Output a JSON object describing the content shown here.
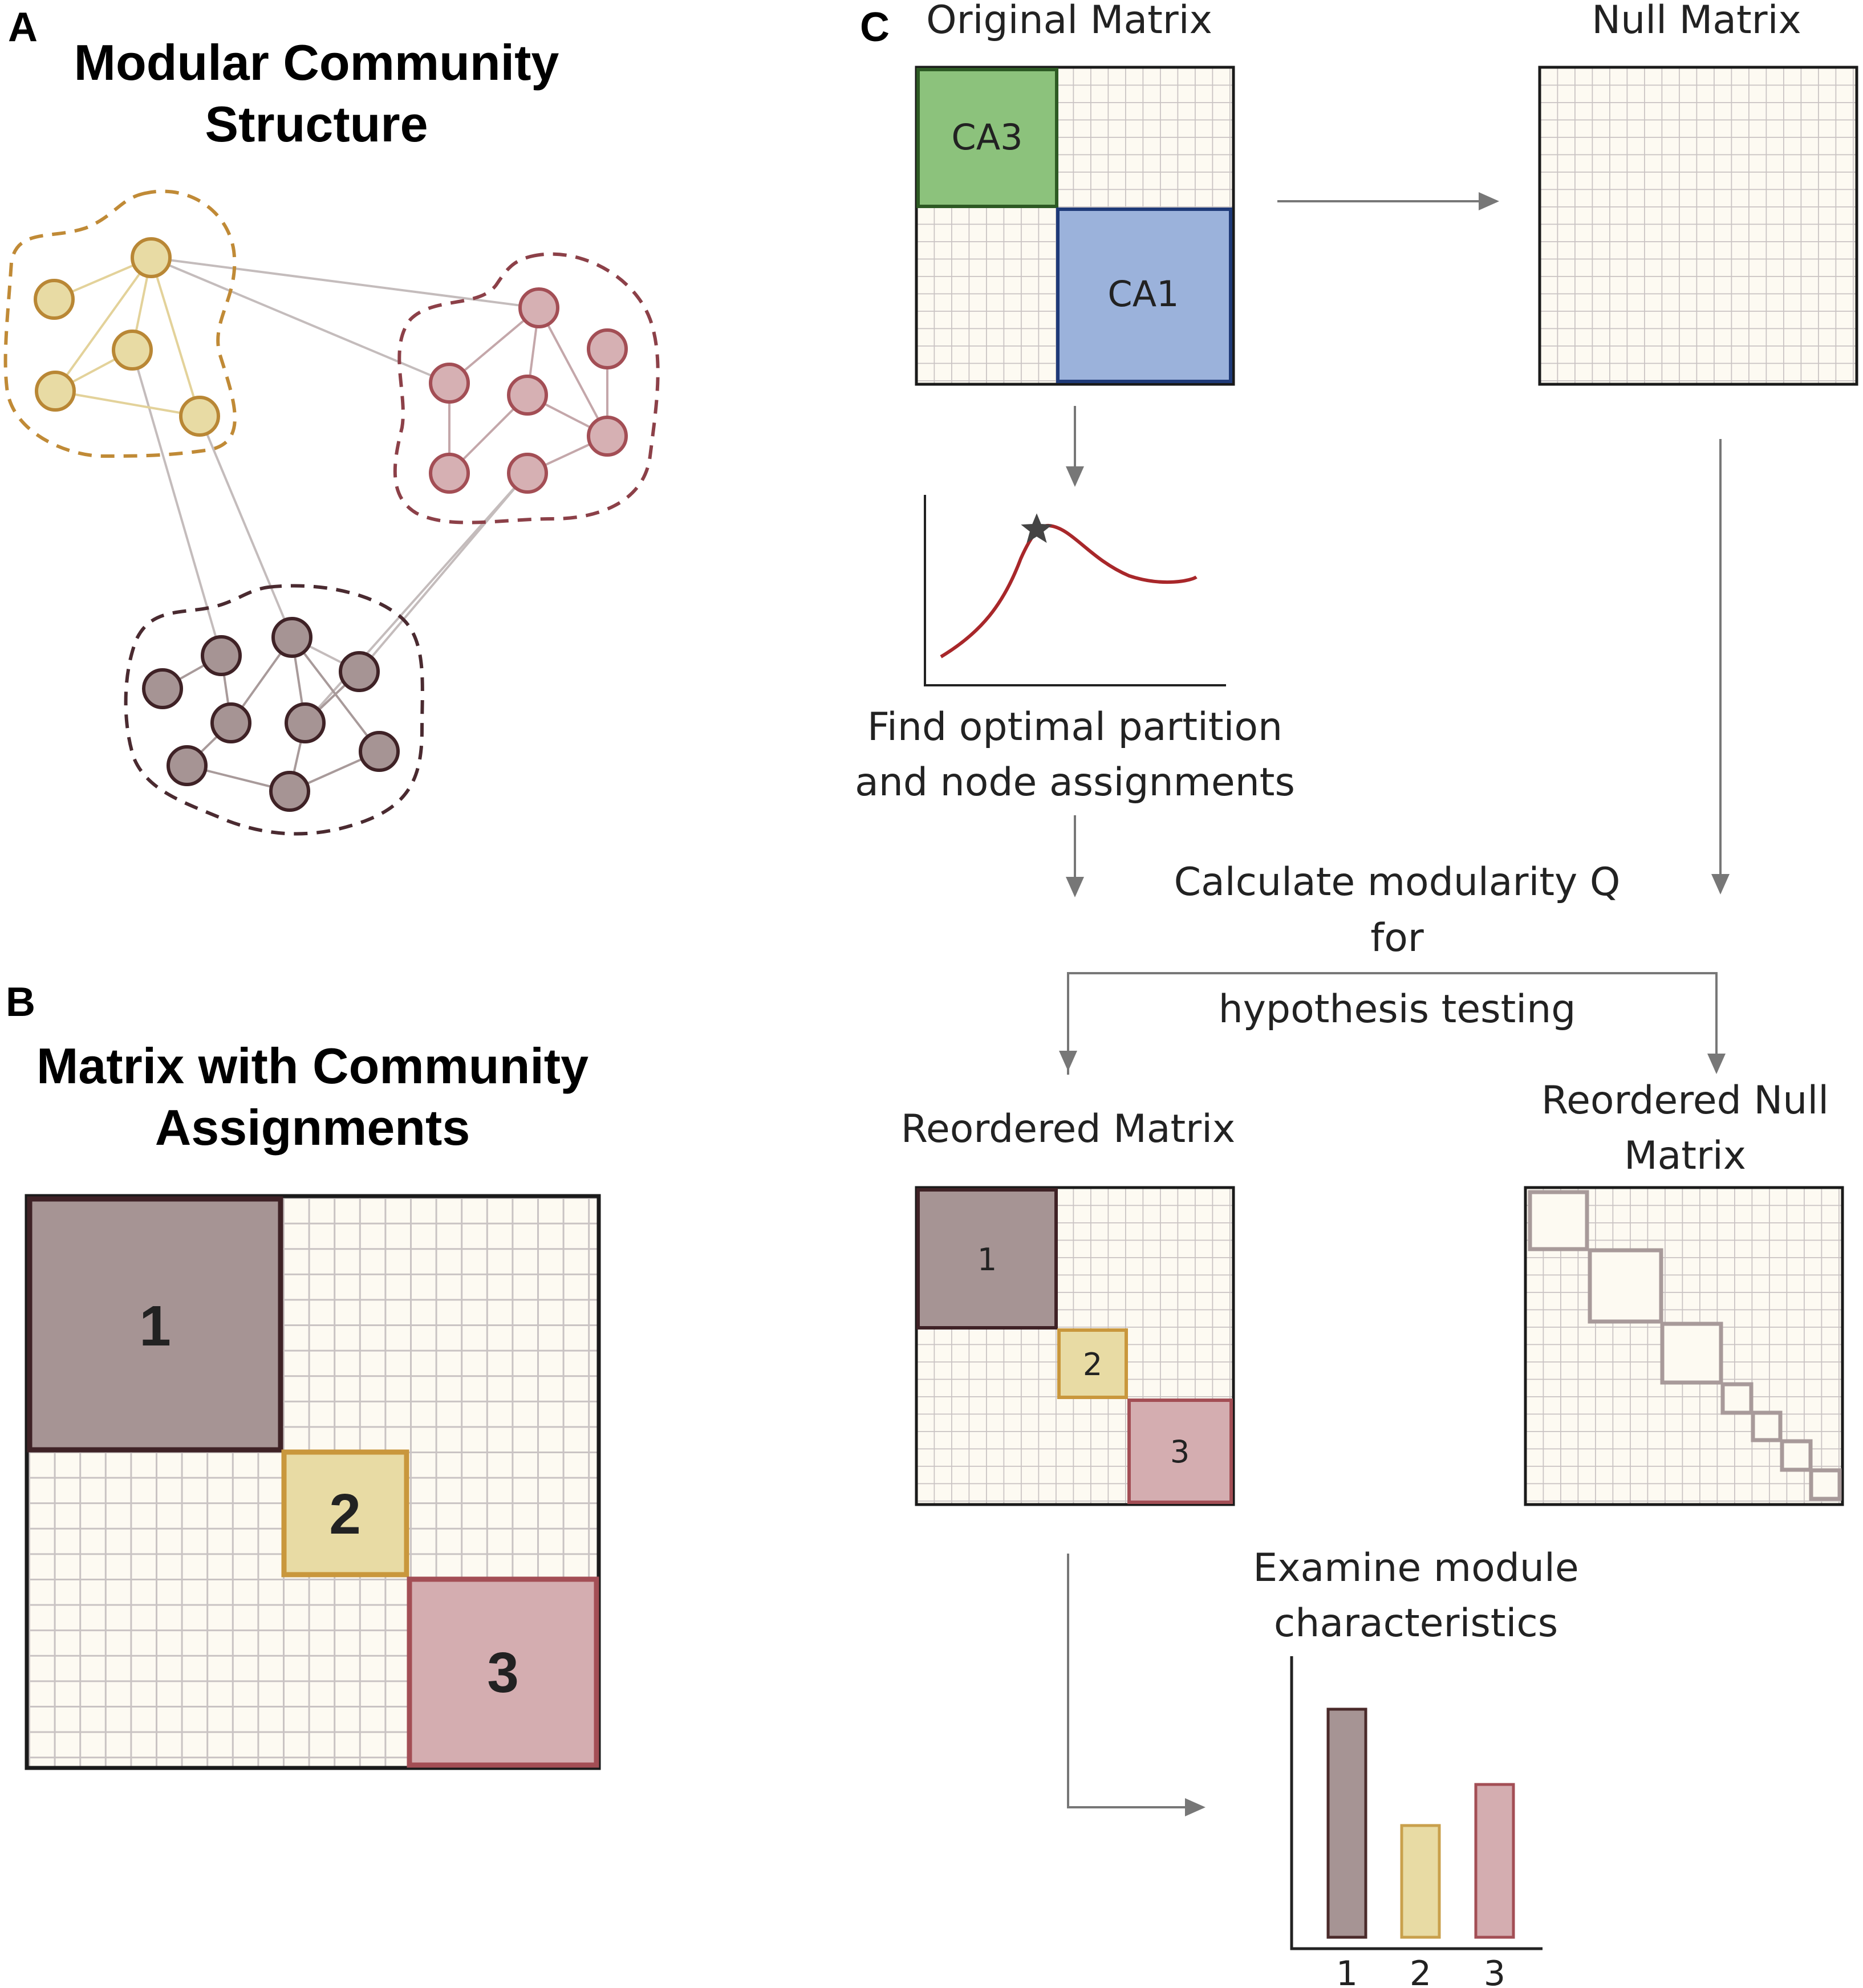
{
  "panel_a": {
    "letter": "A",
    "title_line1": "Modular Community",
    "title_line2": "Structure"
  },
  "panel_b": {
    "letter": "B",
    "title_line1": "Matrix with Community",
    "title_line2": "Assignments",
    "blocks": [
      "1",
      "2",
      "3"
    ]
  },
  "panel_c": {
    "letter": "C",
    "original_matrix": "Original Matrix",
    "null_matrix": "Null Matrix",
    "ca3": "CA3",
    "ca1": "CA1",
    "find_line1": "Find optimal partition",
    "find_line2": "and node assignments",
    "calc_line1": "Calculate modularity Q",
    "calc_line2": "for",
    "calc_line3": "hypothesis testing",
    "reordered_matrix": "Reordered Matrix",
    "reordered_null_line1": "Reordered Null",
    "reordered_null_line2": "Matrix",
    "reordered_blocks": [
      "1",
      "2",
      "3"
    ],
    "examine_line1": "Examine module",
    "examine_line2": "characteristics"
  },
  "chart_data": {
    "type": "bar",
    "categories": [
      "1",
      "2",
      "3"
    ],
    "values": [
      1.0,
      0.49,
      0.67
    ],
    "ylim": [
      0,
      1.1
    ],
    "colors": [
      "#a69494",
      "#e8dba4",
      "#d4adb0"
    ],
    "edge_colors": [
      "#4a2a2a",
      "#c9a04c",
      "#a34e55"
    ]
  },
  "colors": {
    "cream": "#fdfaf2",
    "grid": "#c9c3c3",
    "community1_fill": "#a69494",
    "community1_edge": "#3f2226",
    "community2_fill": "#e8dba4",
    "community2_edge": "#c9973c",
    "community3_fill": "#d4adb0",
    "community3_edge": "#a34e55",
    "ca3_fill": "#8cc27c",
    "ca3_edge": "#2d5a24",
    "ca1_fill": "#9bb2db",
    "ca1_edge": "#1f3a78",
    "arrow": "#777777",
    "curve": "#a8272a"
  }
}
